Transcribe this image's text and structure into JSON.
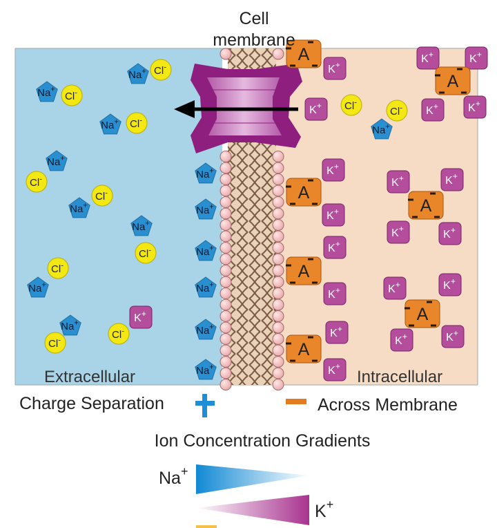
{
  "title": {
    "line1": "Cell",
    "line2": "membrane"
  },
  "labels": {
    "extracellular": "Extracellular",
    "intracellular": "Intracellular",
    "charge_separation": "Charge Separation",
    "across_membrane": "Across Membrane",
    "gradients_title": "Ion Concentration Gradients"
  },
  "ions": {
    "na": "Na",
    "na_charge": "+",
    "k": "K",
    "k_charge": "+",
    "cl": "Cl",
    "cl_charge": "-",
    "anion": "A",
    "anion_charge": "-"
  },
  "gradients": {
    "na_label": "Na",
    "na_charge": "+",
    "k_label": "K",
    "k_charge": "+"
  },
  "legend": {
    "plus": "+",
    "minus": "-"
  },
  "colors": {
    "extracellular_bg": "#a9d3e6",
    "intracellular_bg": "#f6dcc4",
    "na_fill": "#2a8fd0",
    "cl_fill": "#f3e714",
    "k_fill": "#b34d9c",
    "anion_fill": "#e9862a",
    "channel": "#8e1f7e",
    "plus": "#1f8ed6",
    "minus": "#e37b20"
  }
}
